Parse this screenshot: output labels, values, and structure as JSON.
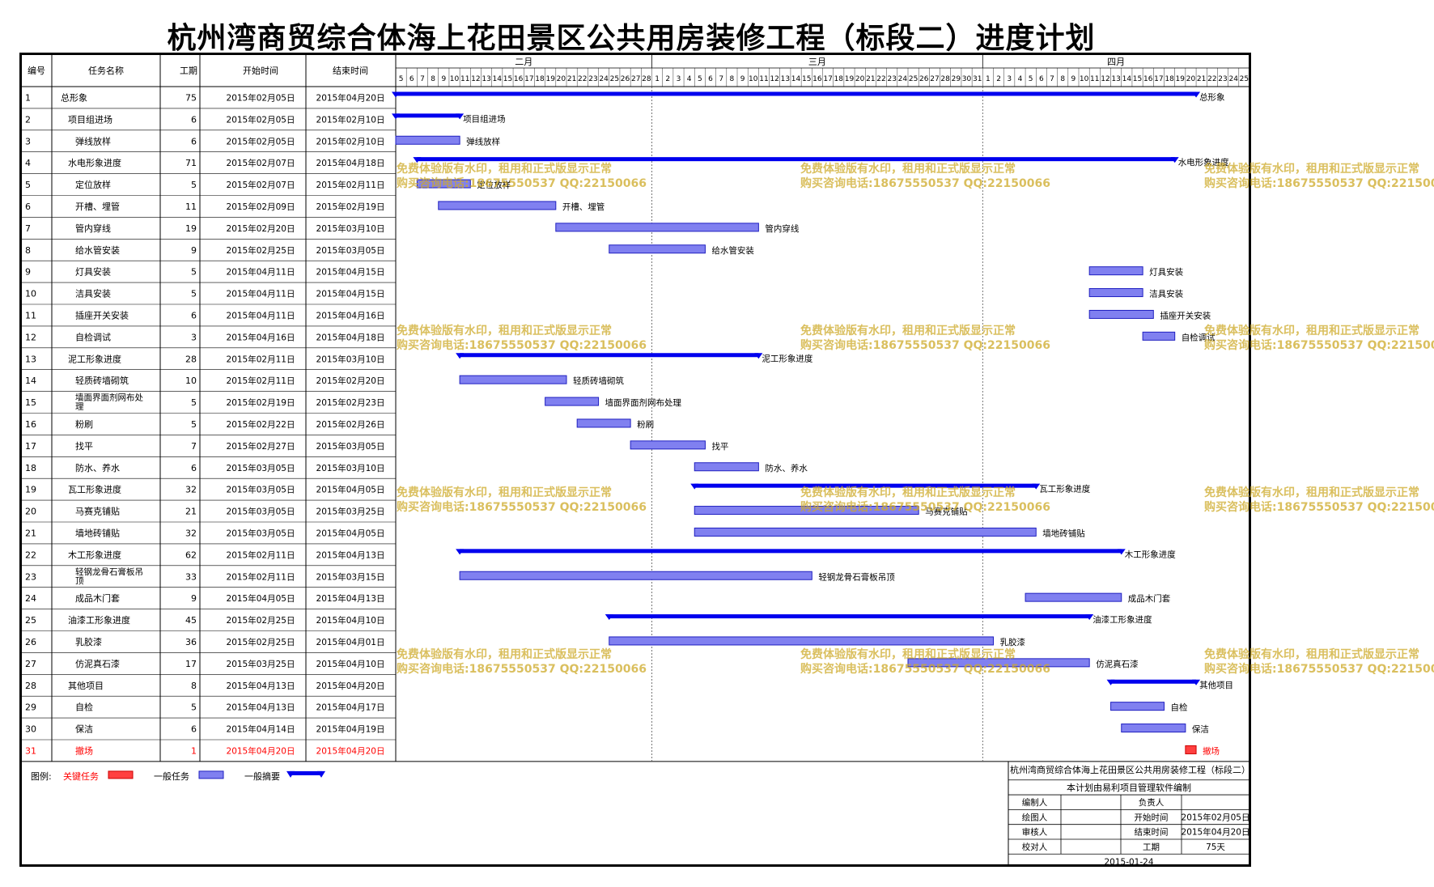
{
  "title": "杭州湾商贸综合体海上花田景区公共用房装修工程（标段二）进度计划",
  "columns": [
    "编号",
    "任务名称",
    "工期",
    "开始时间",
    "结束时间"
  ],
  "months": [
    "二月",
    "三月",
    "四月"
  ],
  "chart_data": {
    "type": "gantt",
    "date_range": [
      "2015-02-05",
      "2015-04-25"
    ],
    "tasks": [
      {
        "id": "1",
        "name": "总形象",
        "duration": "75",
        "start": "2015年02月05日",
        "end": "2015年04月20日",
        "s": "2015-02-05",
        "e": "2015-04-20",
        "kind": "summary",
        "indent": 0
      },
      {
        "id": "2",
        "name": "项目组进场",
        "duration": "6",
        "start": "2015年02月05日",
        "end": "2015年02月10日",
        "s": "2015-02-05",
        "e": "2015-02-10",
        "kind": "summary",
        "indent": 1
      },
      {
        "id": "3",
        "name": "弹线放样",
        "duration": "6",
        "start": "2015年02月05日",
        "end": "2015年02月10日",
        "s": "2015-02-05",
        "e": "2015-02-10",
        "kind": "task",
        "indent": 2
      },
      {
        "id": "4",
        "name": "水电形象进度",
        "duration": "71",
        "start": "2015年02月07日",
        "end": "2015年04月18日",
        "s": "2015-02-07",
        "e": "2015-04-18",
        "kind": "summary",
        "indent": 1
      },
      {
        "id": "5",
        "name": "定位放样",
        "duration": "5",
        "start": "2015年02月07日",
        "end": "2015年02月11日",
        "s": "2015-02-07",
        "e": "2015-02-11",
        "kind": "task",
        "indent": 2
      },
      {
        "id": "6",
        "name": "开槽、埋管",
        "duration": "11",
        "start": "2015年02月09日",
        "end": "2015年02月19日",
        "s": "2015-02-09",
        "e": "2015-02-19",
        "kind": "task",
        "indent": 2
      },
      {
        "id": "7",
        "name": "管内穿线",
        "duration": "19",
        "start": "2015年02月20日",
        "end": "2015年03月10日",
        "s": "2015-02-20",
        "e": "2015-03-10",
        "kind": "task",
        "indent": 2
      },
      {
        "id": "8",
        "name": "给水管安装",
        "duration": "9",
        "start": "2015年02月25日",
        "end": "2015年03月05日",
        "s": "2015-02-25",
        "e": "2015-03-05",
        "kind": "task",
        "indent": 2
      },
      {
        "id": "9",
        "name": "灯具安装",
        "duration": "5",
        "start": "2015年04月11日",
        "end": "2015年04月15日",
        "s": "2015-04-11",
        "e": "2015-04-15",
        "kind": "task",
        "indent": 2
      },
      {
        "id": "10",
        "name": "洁具安装",
        "duration": "5",
        "start": "2015年04月11日",
        "end": "2015年04月15日",
        "s": "2015-04-11",
        "e": "2015-04-15",
        "kind": "task",
        "indent": 2
      },
      {
        "id": "11",
        "name": "插座开关安装",
        "duration": "6",
        "start": "2015年04月11日",
        "end": "2015年04月16日",
        "s": "2015-04-11",
        "e": "2015-04-16",
        "kind": "task",
        "indent": 2
      },
      {
        "id": "12",
        "name": "自检调试",
        "duration": "3",
        "start": "2015年04月16日",
        "end": "2015年04月18日",
        "s": "2015-04-16",
        "e": "2015-04-18",
        "kind": "task",
        "indent": 2
      },
      {
        "id": "13",
        "name": "泥工形象进度",
        "duration": "28",
        "start": "2015年02月11日",
        "end": "2015年03月10日",
        "s": "2015-02-11",
        "e": "2015-03-10",
        "kind": "summary",
        "indent": 1
      },
      {
        "id": "14",
        "name": "轻质砖墙砌筑",
        "duration": "10",
        "start": "2015年02月11日",
        "end": "2015年02月20日",
        "s": "2015-02-11",
        "e": "2015-02-20",
        "kind": "task",
        "indent": 2
      },
      {
        "id": "15",
        "name": "墙面界面剂网布处理",
        "duration": "5",
        "start": "2015年02月19日",
        "end": "2015年02月23日",
        "s": "2015-02-19",
        "e": "2015-02-23",
        "kind": "task",
        "indent": 2
      },
      {
        "id": "16",
        "name": "粉刷",
        "duration": "5",
        "start": "2015年02月22日",
        "end": "2015年02月26日",
        "s": "2015-02-22",
        "e": "2015-02-26",
        "kind": "task",
        "indent": 2
      },
      {
        "id": "17",
        "name": "找平",
        "duration": "7",
        "start": "2015年02月27日",
        "end": "2015年03月05日",
        "s": "2015-02-27",
        "e": "2015-03-05",
        "kind": "task",
        "indent": 2
      },
      {
        "id": "18",
        "name": "防水、养水",
        "duration": "6",
        "start": "2015年03月05日",
        "end": "2015年03月10日",
        "s": "2015-03-05",
        "e": "2015-03-10",
        "kind": "task",
        "indent": 2
      },
      {
        "id": "19",
        "name": "瓦工形象进度",
        "duration": "32",
        "start": "2015年03月05日",
        "end": "2015年04月05日",
        "s": "2015-03-05",
        "e": "2015-04-05",
        "kind": "summary",
        "indent": 1
      },
      {
        "id": "20",
        "name": "马赛克铺贴",
        "duration": "21",
        "start": "2015年03月05日",
        "end": "2015年03月25日",
        "s": "2015-03-05",
        "e": "2015-03-25",
        "kind": "task",
        "indent": 2
      },
      {
        "id": "21",
        "name": "墙地砖铺贴",
        "duration": "32",
        "start": "2015年03月05日",
        "end": "2015年04月05日",
        "s": "2015-03-05",
        "e": "2015-04-05",
        "kind": "task",
        "indent": 2
      },
      {
        "id": "22",
        "name": "木工形象进度",
        "duration": "62",
        "start": "2015年02月11日",
        "end": "2015年04月13日",
        "s": "2015-02-11",
        "e": "2015-04-13",
        "kind": "summary",
        "indent": 1
      },
      {
        "id": "23",
        "name": "轻钢龙骨石膏板吊顶",
        "duration": "33",
        "start": "2015年02月11日",
        "end": "2015年03月15日",
        "s": "2015-02-11",
        "e": "2015-03-15",
        "kind": "task",
        "indent": 2
      },
      {
        "id": "24",
        "name": "成品木门套",
        "duration": "9",
        "start": "2015年04月05日",
        "end": "2015年04月13日",
        "s": "2015-04-05",
        "e": "2015-04-13",
        "kind": "task",
        "indent": 2
      },
      {
        "id": "25",
        "name": "油漆工形象进度",
        "duration": "45",
        "start": "2015年02月25日",
        "end": "2015年04月10日",
        "s": "2015-02-25",
        "e": "2015-04-10",
        "kind": "summary",
        "indent": 1
      },
      {
        "id": "26",
        "name": "乳胶漆",
        "duration": "36",
        "start": "2015年02月25日",
        "end": "2015年04月01日",
        "s": "2015-02-25",
        "e": "2015-04-01",
        "kind": "task",
        "indent": 2
      },
      {
        "id": "27",
        "name": "仿泥真石漆",
        "duration": "17",
        "start": "2015年03月25日",
        "end": "2015年04月10日",
        "s": "2015-03-25",
        "e": "2015-04-10",
        "kind": "task",
        "indent": 2
      },
      {
        "id": "28",
        "name": "其他项目",
        "duration": "8",
        "start": "2015年04月13日",
        "end": "2015年04月20日",
        "s": "2015-04-13",
        "e": "2015-04-20",
        "kind": "summary",
        "indent": 1
      },
      {
        "id": "29",
        "name": "自检",
        "duration": "5",
        "start": "2015年04月13日",
        "end": "2015年04月17日",
        "s": "2015-04-13",
        "e": "2015-04-17",
        "kind": "task",
        "indent": 2
      },
      {
        "id": "30",
        "name": "保洁",
        "duration": "6",
        "start": "2015年04月14日",
        "end": "2015年04月19日",
        "s": "2015-04-14",
        "e": "2015-04-19",
        "kind": "task",
        "indent": 2
      },
      {
        "id": "31",
        "name": "撤场",
        "duration": "1",
        "start": "2015年04月20日",
        "end": "2015年04月20日",
        "s": "2015-04-20",
        "e": "2015-04-20",
        "kind": "critical",
        "indent": 2
      }
    ]
  },
  "legend": {
    "label": "图例:",
    "items": [
      {
        "text": "关键任务",
        "kind": "critical"
      },
      {
        "text": "一般任务",
        "kind": "task"
      },
      {
        "text": "一般摘要",
        "kind": "summary"
      }
    ]
  },
  "info_box": {
    "project": "杭州湾商贸综合体海上花田景区公共用房装修工程（标段二）",
    "software": "本计划由易利项目管理软件编制",
    "rows": [
      [
        "编制人",
        "",
        "负责人",
        ""
      ],
      [
        "绘图人",
        "",
        "开始时间",
        "2015年02月05日"
      ],
      [
        "审核人",
        "",
        "结束时间",
        "2015年04月20日"
      ],
      [
        "校对人",
        "",
        "工期",
        "75天"
      ]
    ],
    "date": "2015-01-24"
  },
  "watermark": {
    "line1": "免费体验版有水印，租用和正式版显示正常",
    "line2": "购买咨询电话:18675550537 QQ:22150066"
  },
  "colors": {
    "summary": "#0000ee",
    "task": "#8080f0",
    "critical": "#ff4040",
    "critical_text": "#ff0000"
  }
}
